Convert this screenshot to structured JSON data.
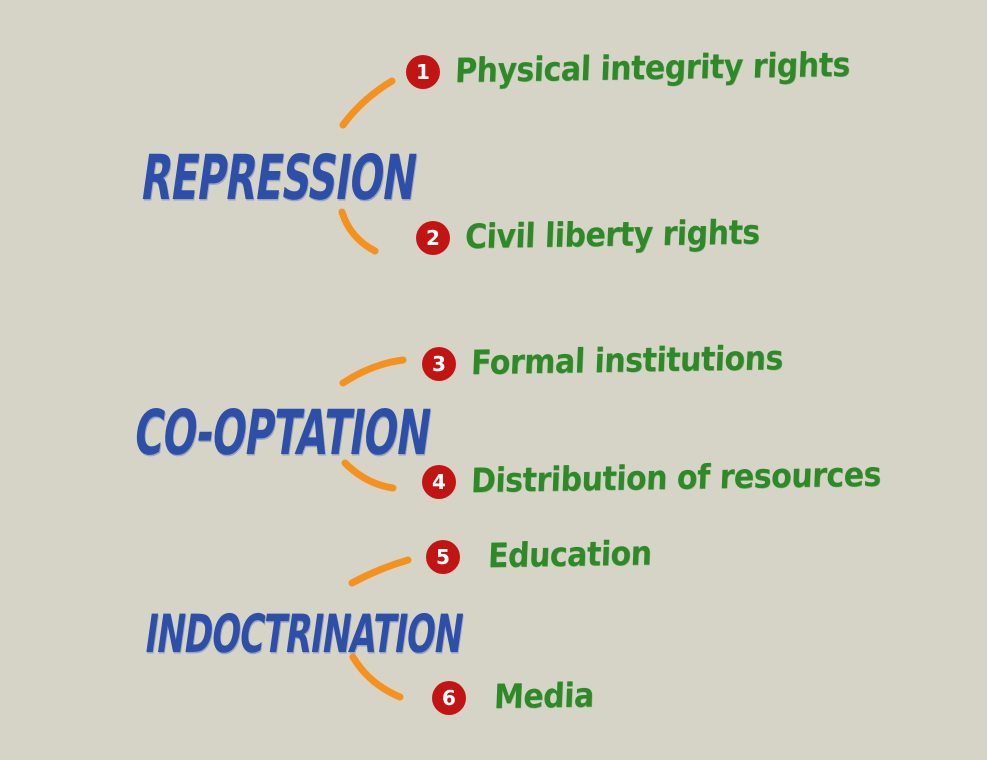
{
  "canvas": {
    "description": "Hand-drawn mind map of autocratic control strategies",
    "background": "#d6d3c7"
  },
  "colors": {
    "background": "#d6d3c7",
    "category": "#2d4fa8",
    "item": "#2e8a28",
    "connector": "#f5921e",
    "badge_bg": "#c31414",
    "badge_text": "#ffffff"
  },
  "groups": [
    {
      "title": "REPRESSION",
      "items": [
        {
          "number": "1",
          "label": "Physical integrity rights"
        },
        {
          "number": "2",
          "label": "Civil liberty rights"
        }
      ]
    },
    {
      "title": "CO-OPTATION",
      "items": [
        {
          "number": "3",
          "label": "Formal institutions"
        },
        {
          "number": "4",
          "label": "Distribution of resources"
        }
      ]
    },
    {
      "title": "INDOCTRINATION",
      "items": [
        {
          "number": "5",
          "label": "Education"
        },
        {
          "number": "6",
          "label": "Media"
        }
      ]
    }
  ]
}
